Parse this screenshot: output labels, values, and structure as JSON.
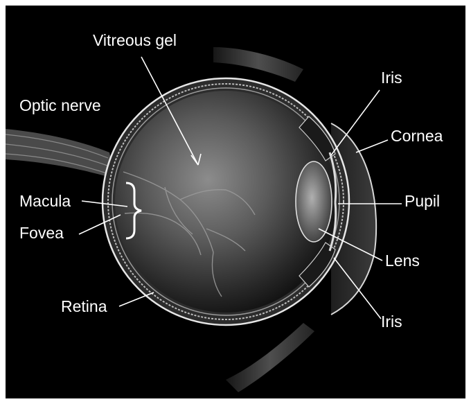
{
  "diagram": {
    "subject": "Cross-section of the human eye",
    "labels": {
      "vitreous_gel": "Vitreous gel",
      "optic_nerve": "Optic nerve",
      "macula": "Macula",
      "fovea": "Fovea",
      "retina": "Retina",
      "iris_top": "Iris",
      "cornea": "Cornea",
      "pupil": "Pupil",
      "lens": "Lens",
      "iris_bottom": "Iris"
    },
    "colors": {
      "background": "#000000",
      "frame": "#ffffff",
      "label_text": "#ffffff",
      "macula_bracket": "#ffffff"
    }
  }
}
